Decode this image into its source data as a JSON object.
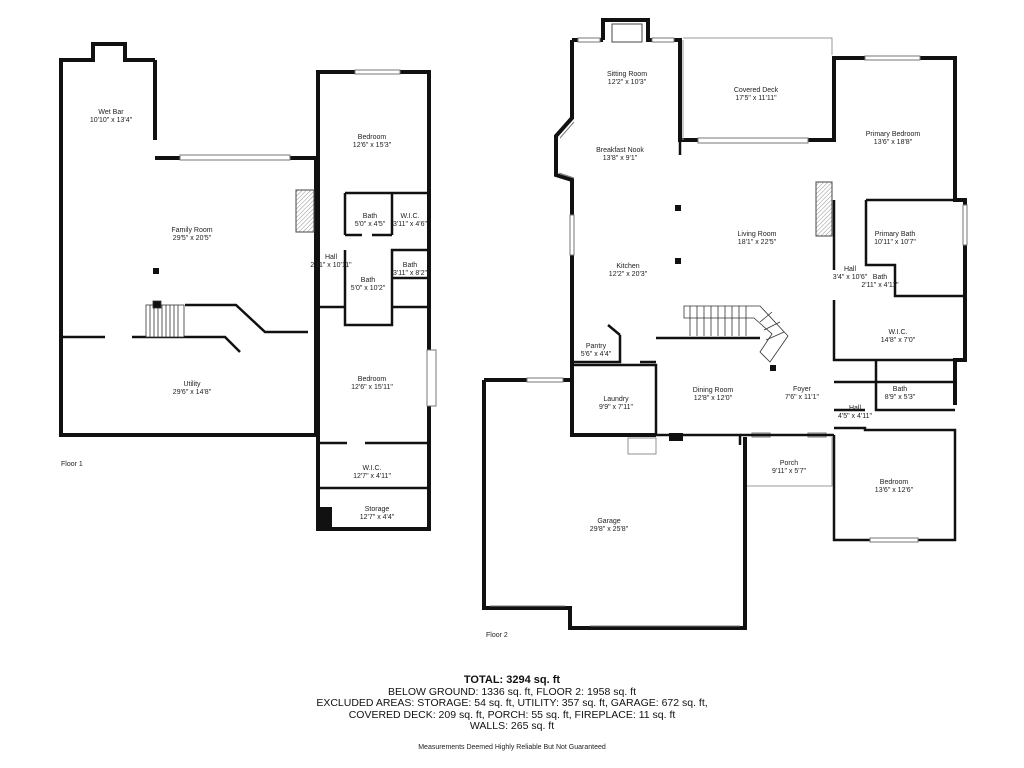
{
  "floors": [
    {
      "label": "Floor 1",
      "rooms": [
        {
          "key": "wet_bar",
          "name": "Wet Bar",
          "dims": "10'10\" x 13'4\""
        },
        {
          "key": "family_room",
          "name": "Family Room",
          "dims": "29'5\" x 20'5\""
        },
        {
          "key": "utility",
          "name": "Utility",
          "dims": "29'6\" x 14'8\""
        },
        {
          "key": "bedroom_1a",
          "name": "Bedroom",
          "dims": "12'6\" x 15'3\""
        },
        {
          "key": "bath_1a",
          "name": "Bath",
          "dims": "5'0\" x 4'5\""
        },
        {
          "key": "wic_1a",
          "name": "W.I.C.",
          "dims": "3'11\" x 4'6\""
        },
        {
          "key": "hall_1",
          "name": "Hall",
          "dims": "2'11\" x 10'11\""
        },
        {
          "key": "bath_1b",
          "name": "Bath",
          "dims": "5'0\" x 10'2\""
        },
        {
          "key": "bath_1c",
          "name": "Bath",
          "dims": "3'11\" x 8'2\""
        },
        {
          "key": "bedroom_1b",
          "name": "Bedroom",
          "dims": "12'6\" x 15'11\""
        },
        {
          "key": "wic_1b",
          "name": "W.I.C.",
          "dims": "12'7\" x 4'11\""
        },
        {
          "key": "storage",
          "name": "Storage",
          "dims": "12'7\" x 4'4\""
        }
      ]
    },
    {
      "label": "Floor 2",
      "rooms": [
        {
          "key": "sitting_room",
          "name": "Sitting Room",
          "dims": "12'2\" x 10'3\""
        },
        {
          "key": "covered_deck",
          "name": "Covered Deck",
          "dims": "17'5\" x 11'11\""
        },
        {
          "key": "primary_bedroom",
          "name": "Primary Bedroom",
          "dims": "13'6\" x 18'8\""
        },
        {
          "key": "breakfast_nook",
          "name": "Breakfast Nook",
          "dims": "13'8\" x 9'1\""
        },
        {
          "key": "living_room",
          "name": "Living Room",
          "dims": "18'1\" x 22'5\""
        },
        {
          "key": "primary_bath",
          "name": "Primary Bath",
          "dims": "10'11\" x 10'7\""
        },
        {
          "key": "kitchen",
          "name": "Kitchen",
          "dims": "12'2\" x 20'3\""
        },
        {
          "key": "hall_2a",
          "name": "Hall",
          "dims": "3'4\" x 10'6\""
        },
        {
          "key": "bath_2a",
          "name": "Bath",
          "dims": "2'11\" x 4'11\""
        },
        {
          "key": "wic_2",
          "name": "W.I.C.",
          "dims": "14'8\" x 7'0\""
        },
        {
          "key": "pantry",
          "name": "Pantry",
          "dims": "5'6\" x 4'4\""
        },
        {
          "key": "laundry",
          "name": "Laundry",
          "dims": "9'9\" x 7'11\""
        },
        {
          "key": "dining_room",
          "name": "Dining Room",
          "dims": "12'8\" x 12'0\""
        },
        {
          "key": "foyer",
          "name": "Foyer",
          "dims": "7'6\" x 11'1\""
        },
        {
          "key": "bath_2b",
          "name": "Bath",
          "dims": "8'9\" x 5'3\""
        },
        {
          "key": "hall_2b",
          "name": "Hall",
          "dims": "4'5\" x 4'11\""
        },
        {
          "key": "porch",
          "name": "Porch",
          "dims": "9'11\" x 5'7\""
        },
        {
          "key": "bedroom_2",
          "name": "Bedroom",
          "dims": "13'6\" x 12'6\""
        },
        {
          "key": "garage",
          "name": "Garage",
          "dims": "29'8\" x 25'8\""
        }
      ]
    }
  ],
  "summary": {
    "total": "TOTAL: 3294 sq. ft",
    "lines": [
      "BELOW GROUND: 1336 sq. ft, FLOOR 2: 1958 sq. ft",
      "EXCLUDED AREAS: STORAGE: 54 sq. ft, UTILITY: 357 sq. ft, GARAGE: 672 sq. ft,",
      "COVERED DECK: 209 sq. ft, PORCH: 55 sq. ft, FIREPLACE: 11 sq. ft",
      "WALLS: 265 sq. ft"
    ],
    "disclaimer": "Measurements Deemed Highly Reliable But Not Guaranteed"
  }
}
